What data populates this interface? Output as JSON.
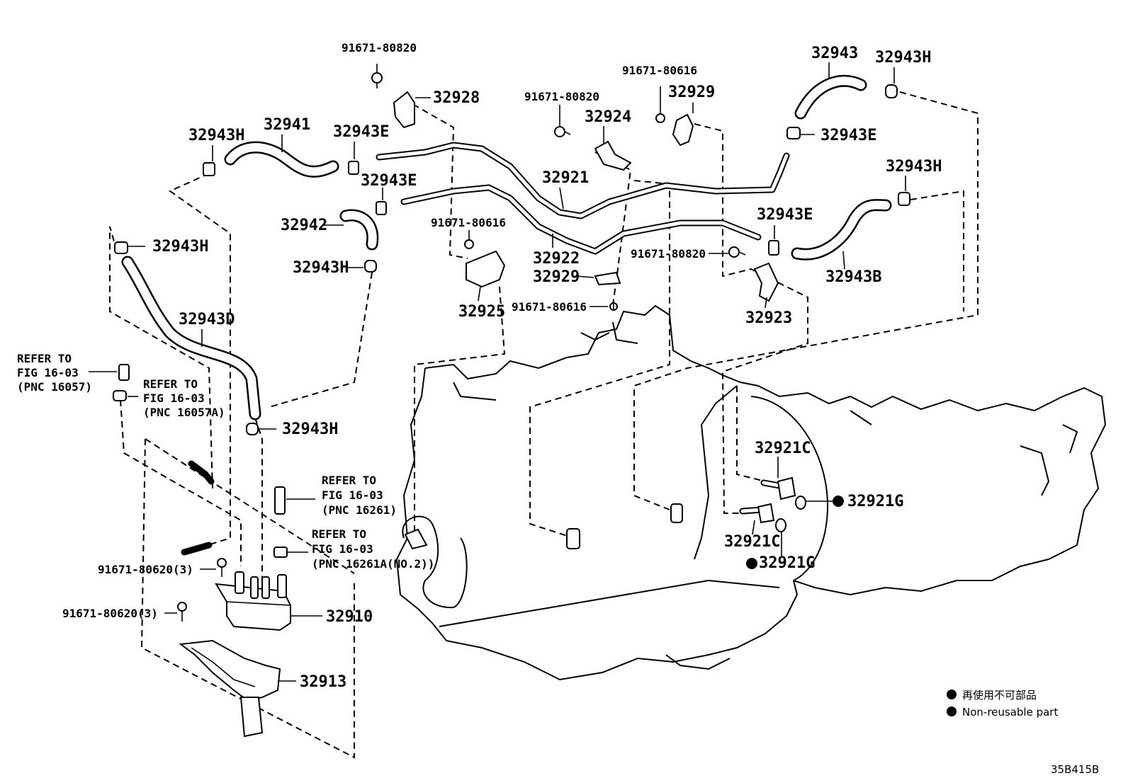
{
  "diagram": {
    "callouts": [
      {
        "id": "c1",
        "text": "91671-80820"
      },
      {
        "id": "c2",
        "text": "32928"
      },
      {
        "id": "c3",
        "text": "91671-80616"
      },
      {
        "id": "c4",
        "text": "32929"
      },
      {
        "id": "c5",
        "text": "91671-80820"
      },
      {
        "id": "c6",
        "text": "32924"
      },
      {
        "id": "c7",
        "text": "32943"
      },
      {
        "id": "c8",
        "text": "32943H"
      },
      {
        "id": "c9",
        "text": "32943H"
      },
      {
        "id": "c10",
        "text": "32941"
      },
      {
        "id": "c11",
        "text": "32943E"
      },
      {
        "id": "c12",
        "text": "32943E"
      },
      {
        "id": "c13",
        "text": "32921"
      },
      {
        "id": "c14",
        "text": "32943E"
      },
      {
        "id": "c15",
        "text": "32943H"
      },
      {
        "id": "c16",
        "text": "32942"
      },
      {
        "id": "c17",
        "text": "91671-80616"
      },
      {
        "id": "c18",
        "text": "32943E"
      },
      {
        "id": "c19",
        "text": "32943H"
      },
      {
        "id": "c20",
        "text": "32922"
      },
      {
        "id": "c21",
        "text": "91671-80820"
      },
      {
        "id": "c22",
        "text": "32943H"
      },
      {
        "id": "c23",
        "text": "32929"
      },
      {
        "id": "c24",
        "text": "32943B"
      },
      {
        "id": "c25",
        "text": "32925"
      },
      {
        "id": "c26",
        "text": "91671-80616"
      },
      {
        "id": "c27",
        "text": "32923"
      },
      {
        "id": "c28",
        "text": "32943D"
      },
      {
        "id": "c29",
        "text": "32943H"
      },
      {
        "id": "c30",
        "text": "32921C"
      },
      {
        "id": "c31",
        "text": "32921G"
      },
      {
        "id": "c32",
        "text": "32921C"
      },
      {
        "id": "c33",
        "text": "32921G"
      },
      {
        "id": "c34",
        "text": "91671-80620(3)"
      },
      {
        "id": "c35",
        "text": "91671-80620(3)"
      },
      {
        "id": "c36",
        "text": "32910"
      },
      {
        "id": "c37",
        "text": "32913"
      }
    ],
    "references": [
      {
        "id": "r1",
        "lines": [
          "REFER TO",
          "FIG 16-03",
          "(PNC 16057)"
        ]
      },
      {
        "id": "r2",
        "lines": [
          "REFER TO",
          "FIG 16-03",
          "(PNC 16057A)"
        ]
      },
      {
        "id": "r3",
        "lines": [
          "REFER TO",
          "FIG 16-03",
          "(PNC 16261)"
        ]
      },
      {
        "id": "r4",
        "lines": [
          "REFER TO",
          "FIG 16-03",
          "(PNC 16261A(NO.2))"
        ]
      }
    ],
    "legend": {
      "jp": "再使用不可部品",
      "en": "Non-reusable part"
    },
    "figure_code": "35B415B"
  }
}
